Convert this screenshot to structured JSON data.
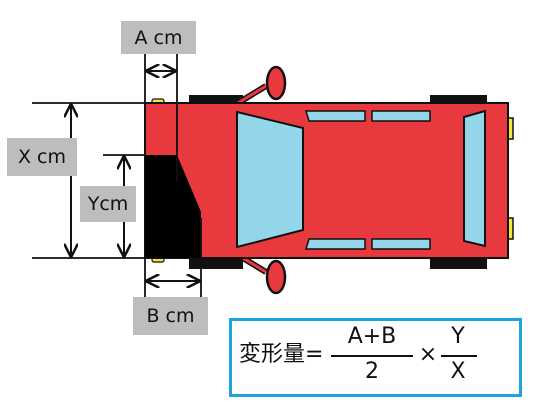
{
  "labels": {
    "a": "A cm",
    "x": "X cm",
    "y": "Ycm",
    "b": "B cm"
  },
  "formula": {
    "lhs": "変形量=",
    "numerator": "A+B",
    "denominator": "2",
    "operator": "×",
    "numerator2": "Y",
    "denominator2": "X"
  },
  "colors": {
    "car_body": "#e8393f",
    "window": "#93d6ea",
    "outline": "#111111",
    "light": "#f5e63a",
    "label_bg": "#bdbdbd",
    "formula_border": "#1aa3df"
  }
}
